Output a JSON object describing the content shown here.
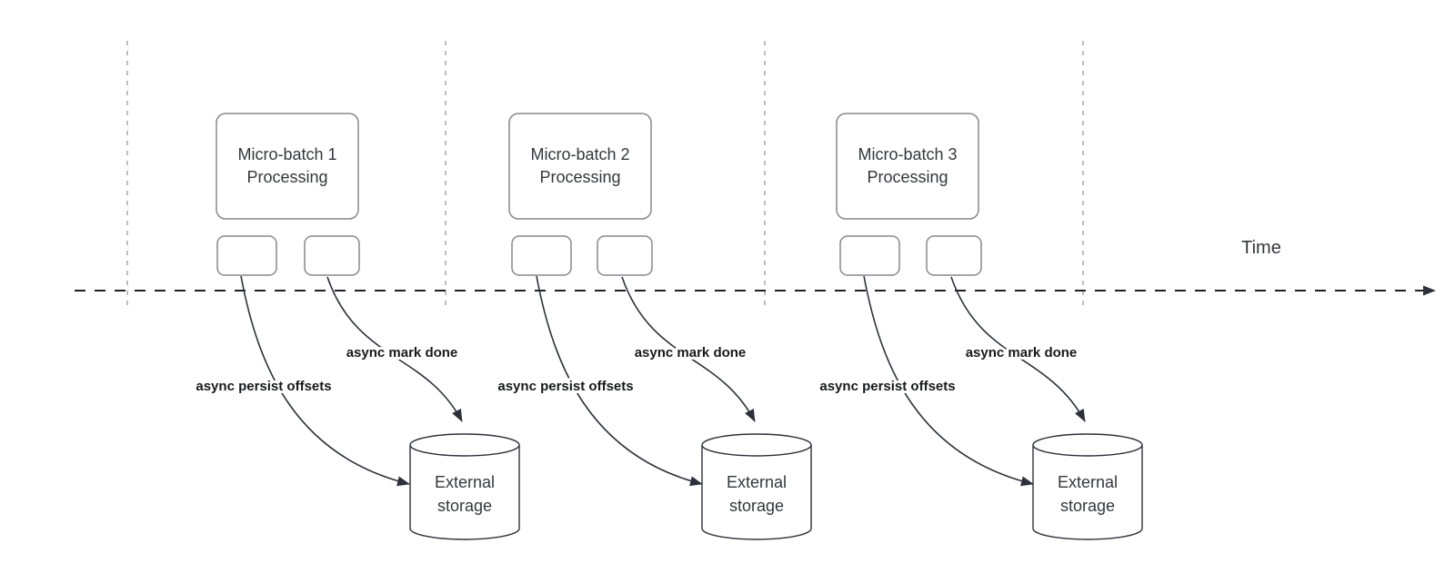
{
  "timeline": {
    "label": "Time"
  },
  "batches": [
    {
      "title_line1": "Micro-batch 1",
      "title_line2": "Processing",
      "persist_label": "async persist offsets",
      "mark_done_label": "async mark done",
      "storage_line1": "External",
      "storage_line2": "storage"
    },
    {
      "title_line1": "Micro-batch 2",
      "title_line2": "Processing",
      "persist_label": "async persist offsets",
      "mark_done_label": "async mark done",
      "storage_line1": "External",
      "storage_line2": "storage"
    },
    {
      "title_line1": "Micro-batch 3",
      "title_line2": "Processing",
      "persist_label": "async persist offsets",
      "mark_done_label": "async mark done",
      "storage_line1": "External",
      "storage_line2": "storage"
    }
  ],
  "colors": {
    "edge": "#2d313a",
    "label_text": "#17191d",
    "box_border": "#85888d",
    "box_text": "#33373d",
    "guide_line": "#a0a2a5",
    "timeline_line": "#1d2026",
    "background": "#ffffff"
  }
}
